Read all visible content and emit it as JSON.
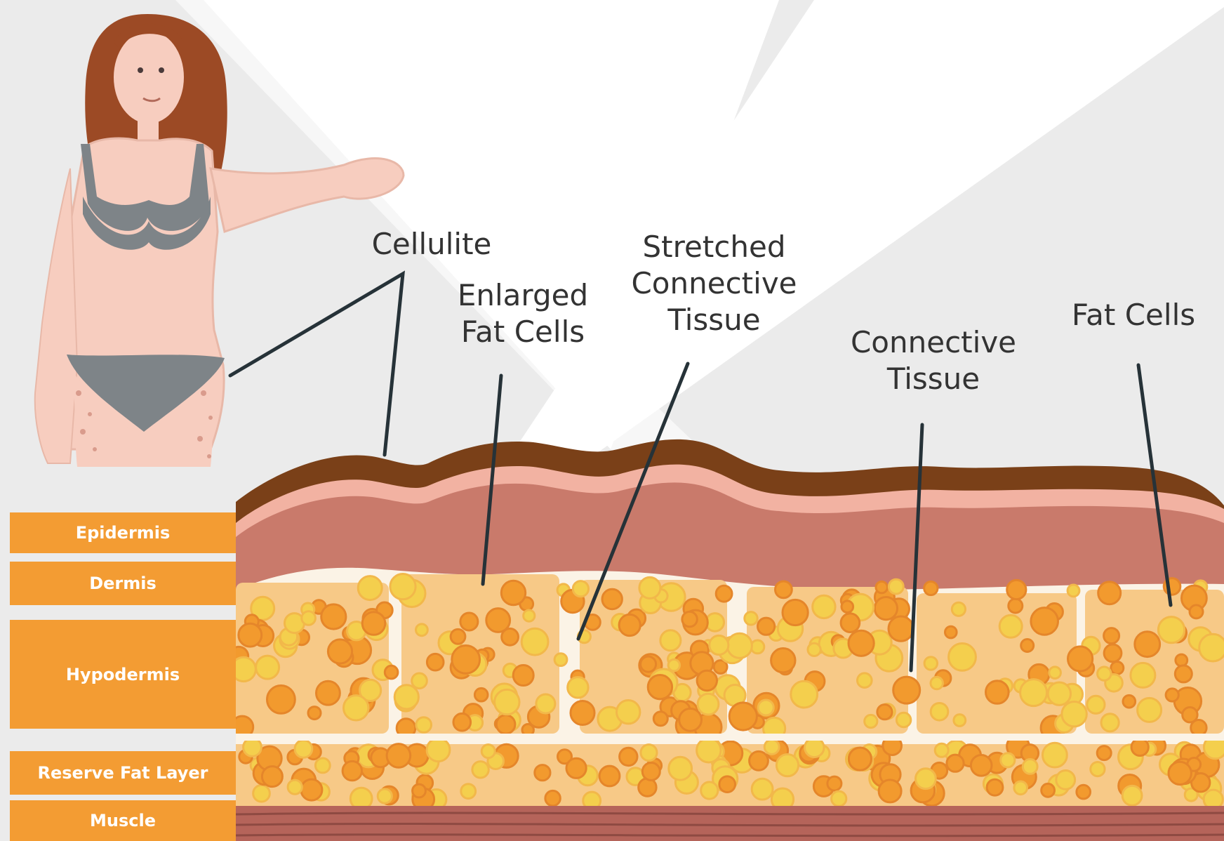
{
  "callouts": {
    "cellulite": "Cellulite",
    "enlarged_fat_cells": "Enlarged\nFat Cells",
    "stretched_connective_tissue": "Stretched\nConnective\nTissue",
    "connective_tissue": "Connective\nTissue",
    "fat_cells": "Fat Cells"
  },
  "layers": {
    "epidermis": "Epidermis",
    "dermis": "Dermis",
    "hypodermis": "Hypodermis",
    "reserve_fat": "Reserve Fat Layer",
    "muscle": "Muscle"
  },
  "colors": {
    "label_bg": "#f39c33",
    "epidermis": "#7a4018",
    "dermis_light": "#f2b2a2",
    "dermis": "#c97a6b",
    "hypodermis_bg": "#f7c987",
    "fat_cell_orange": "#f29a2e",
    "fat_cell_yellow": "#f4cf4d",
    "muscle": "#b5645a"
  },
  "icons": [
    "woman-figure-icon"
  ]
}
